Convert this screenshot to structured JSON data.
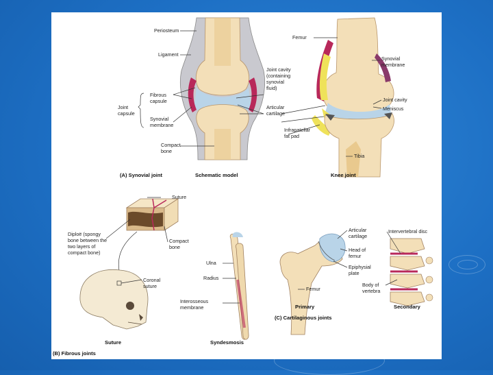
{
  "synovial": {
    "periosteum": "Periosteum",
    "ligament": "Ligament",
    "fibrous_capsule": [
      "Fibrous",
      "capsule"
    ],
    "joint_capsule": [
      "Joint",
      "capsule"
    ],
    "synovial_membrane": [
      "Synovial",
      "membrane"
    ],
    "compact_bone": [
      "Compact",
      "bone"
    ],
    "joint_cavity": [
      "Joint cavity",
      "(containing",
      "synovial",
      "fluid)"
    ],
    "articular_cartilage": [
      "Articular",
      "cartilage"
    ],
    "infrapatellar": [
      "Infrapatellar",
      "fat pad"
    ],
    "femur": "Femur",
    "synovial_membrane_knee": [
      "Synovial",
      "membrane"
    ],
    "joint_cavity_knee": "Joint cavity",
    "meniscus": "Meniscus",
    "tibia": "Tibia",
    "caption": "(A) Synovial joint",
    "schematic": "Schematic model",
    "knee": "Knee joint"
  },
  "fibrous": {
    "suture_top": "Suture",
    "diploe": [
      "Diploë (spongy",
      "bone between the",
      "two layers of",
      "compact bone)"
    ],
    "compact_bone": [
      "Compact",
      "bone"
    ],
    "coronal": [
      "Coronal",
      "suture"
    ],
    "ulna": "Ulna",
    "radius": "Radius",
    "interosseous": [
      "Interosseous",
      "membrane"
    ],
    "suture_caption": "Suture",
    "syndesmosis": "Syndesmosis",
    "caption": "(B) Fibrous joints"
  },
  "cartilaginous": {
    "articular": [
      "Articular",
      "cartilage"
    ],
    "head": [
      "Head of",
      "femur"
    ],
    "epiphysial": [
      "Epiphysial",
      "plate"
    ],
    "femur": "Femur",
    "intervertebral": "Intervertebral disc",
    "body": [
      "Body of",
      "vertebra"
    ],
    "primary": "Primary",
    "secondary": "Secondary",
    "caption": "(C) Cartilaginous  joints"
  },
  "colors": {
    "background": "#1d6fc4",
    "bone": "#f3dfb8",
    "bone_dark": "#d9b98a",
    "cartilage": "#b9d4e8",
    "membrane": "#b8285a",
    "fat": "#efe25a"
  }
}
